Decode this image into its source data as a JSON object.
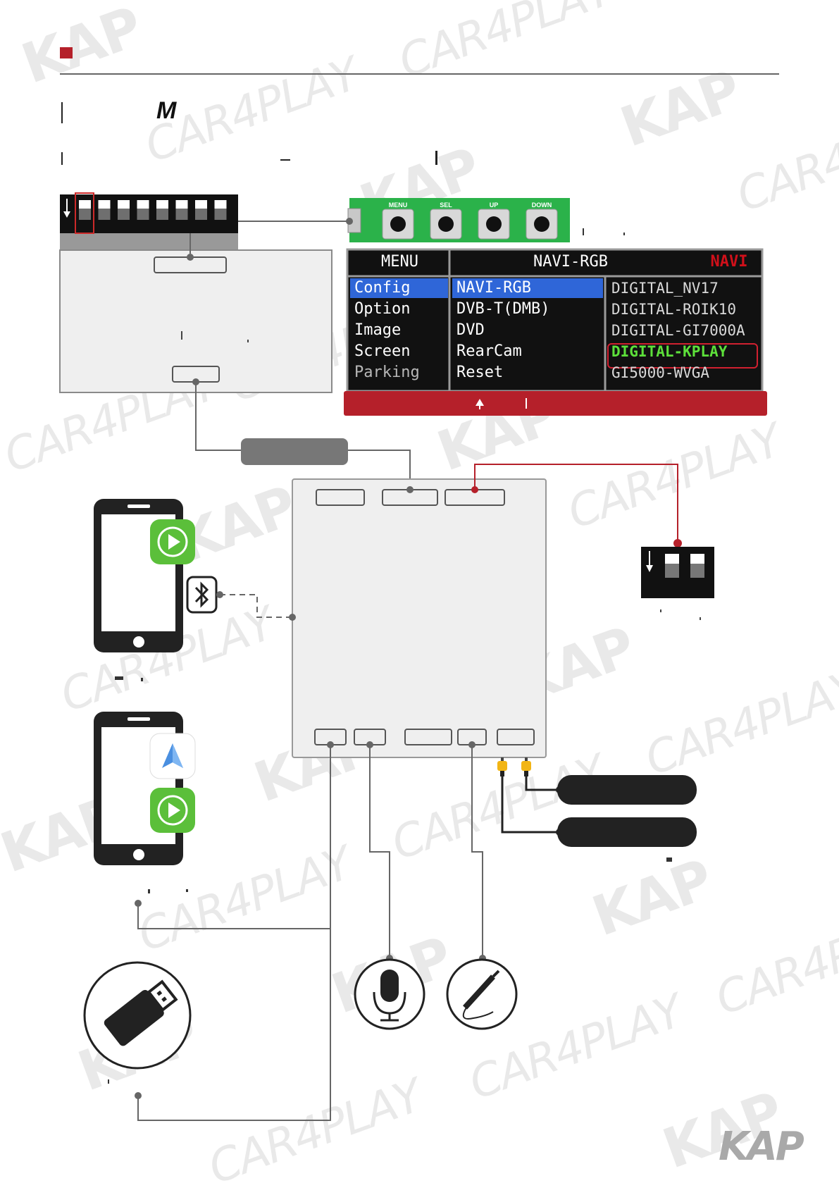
{
  "header": {
    "title_fragment": "M"
  },
  "control_board": {
    "buttons": [
      "MENU",
      "SEL",
      "UP",
      "DOWN"
    ]
  },
  "osd": {
    "menu_header": "MENU",
    "mode_header": "NAVI-RGB",
    "mode_tag": "NAVI",
    "menu_items": [
      "Config",
      "Option",
      "Image",
      "Screen",
      "Parking"
    ],
    "submenu_items": [
      "NAVI-RGB",
      "DVB-T(DMB)",
      "DVD",
      "RearCam",
      "Reset"
    ],
    "option_items": [
      "DIGITAL_NV17",
      "DIGITAL-ROIK10",
      "DIGITAL-GI7000A",
      "DIGITAL-KPLAY",
      "GI5000-WVGA"
    ],
    "selected_option": "DIGITAL-KPLAY"
  },
  "colors": {
    "accent_red": "#b5202a",
    "osd_highlight": "#2f66d8",
    "osd_selected_green": "#5de03a",
    "osd_red_text": "#d0101a",
    "board_green": "#2bb24a",
    "connector_yellow": "#f2b515"
  },
  "icons": {
    "carplay": "carplay-icon",
    "android_auto": "android-auto-icon",
    "bluetooth": "bluetooth-icon",
    "usb": "usb-drive-icon",
    "microphone": "microphone-icon",
    "audio": "audio-jack-icon",
    "logo": "kap-logo"
  },
  "logo": {
    "text": "KAP"
  },
  "watermarks": [
    "KAP",
    "CAR4PLAY"
  ]
}
